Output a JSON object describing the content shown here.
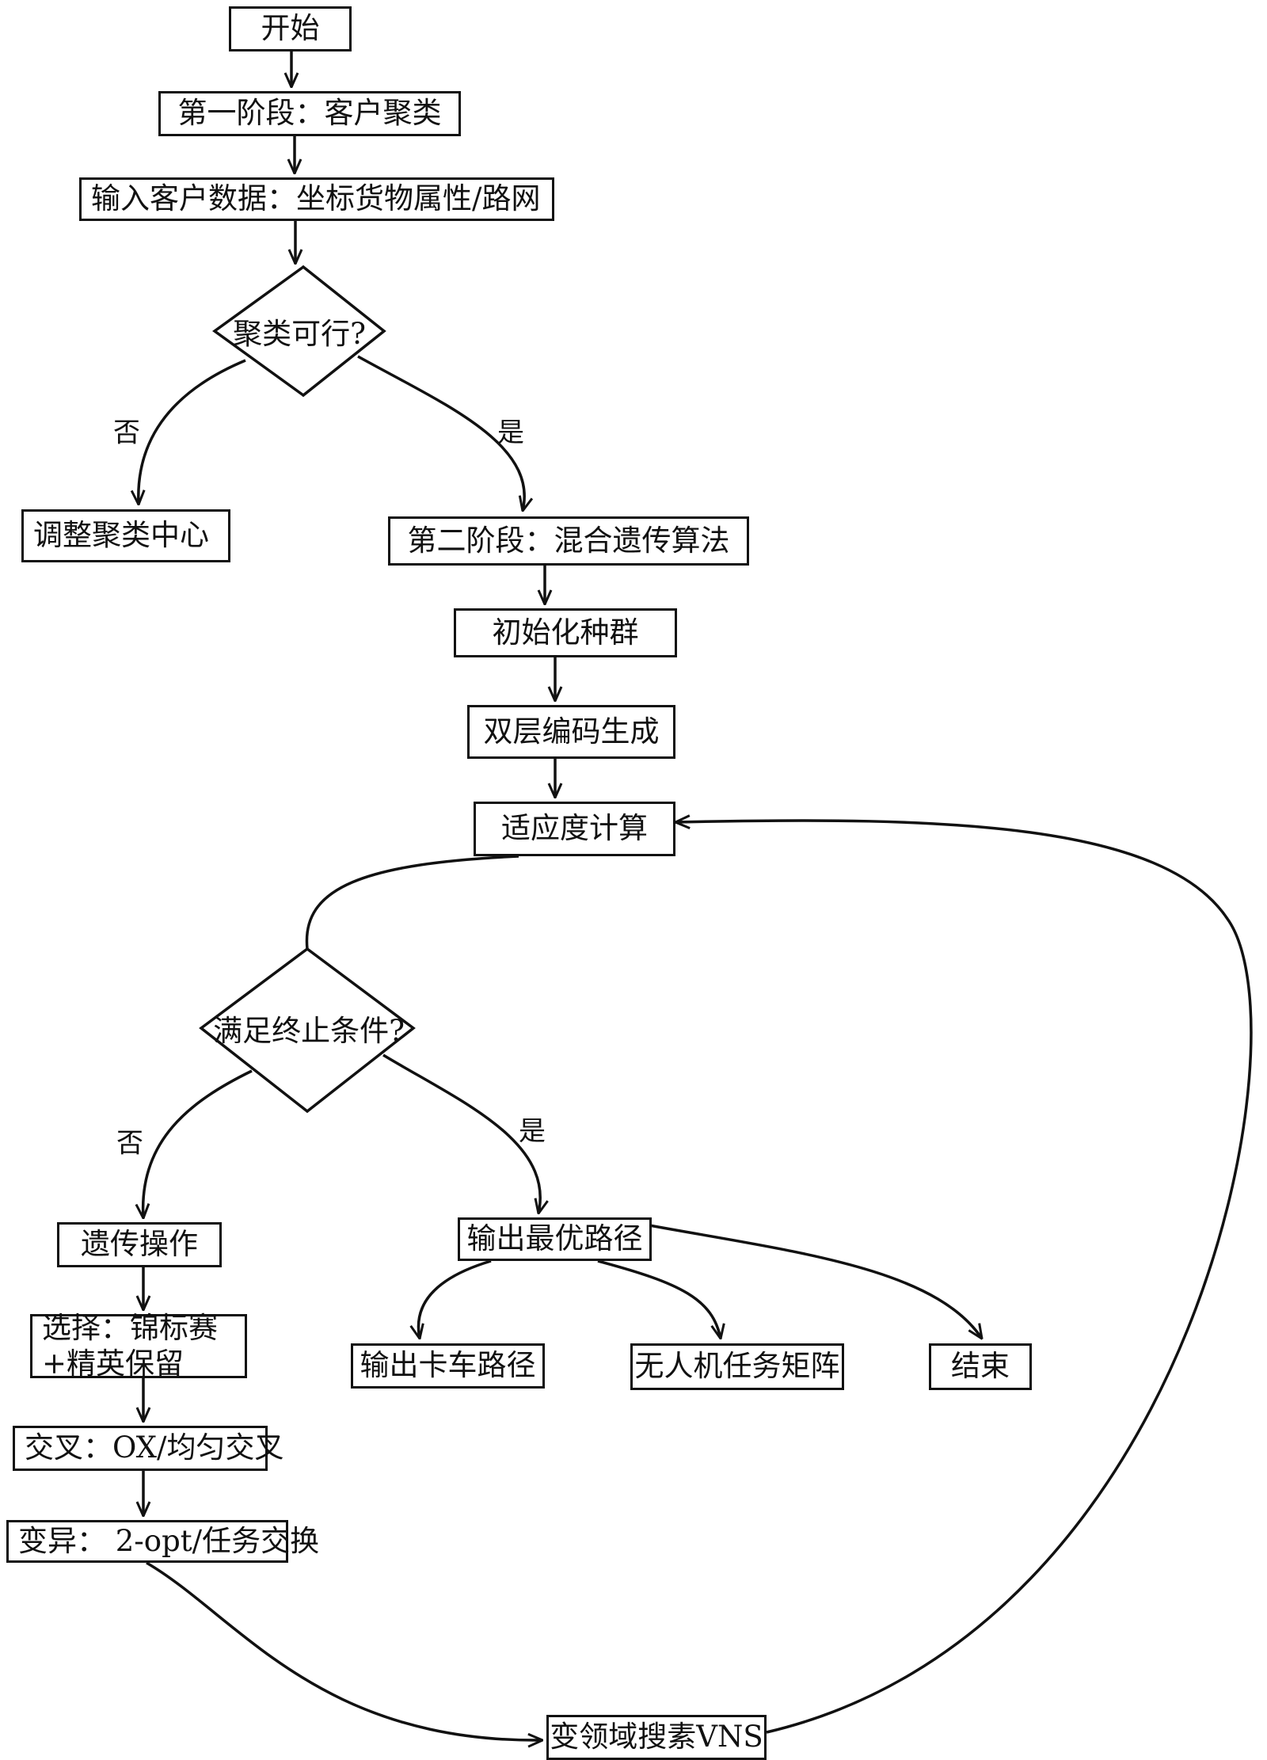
{
  "nodes": {
    "start": "开始",
    "stage1": "第一阶段：客户聚类",
    "input": "输入客户数据：坐标货物属性/路网",
    "cluster_ok": "聚类可行?",
    "adjust": "调整聚类中心",
    "stage2": "第二阶段：混合遗传算法",
    "init_pop": "初始化种群",
    "encode": "双层编码生成",
    "fitness": "适应度计算",
    "stop_ok": "满足终止条件?",
    "genetic": "遗传操作",
    "select": "选择：锦标赛+精英保留",
    "crossover": "交叉：OX/均匀交叉",
    "mutate": "变异： 2-opt/任务交换",
    "vns": "变领域搜素VNS",
    "output_best": "输出最优路径",
    "truck_path": "输出卡车路径",
    "uav_matrix": "无人机任务矩阵",
    "end": "结束"
  },
  "edges": {
    "cluster_no": "否",
    "cluster_yes": "是",
    "stop_no": "否",
    "stop_yes": "是"
  }
}
